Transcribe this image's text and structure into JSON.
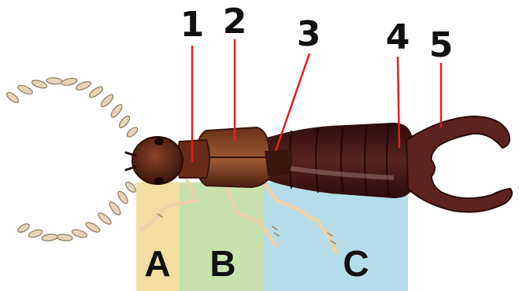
{
  "regions": [
    {
      "label": "A",
      "color": "#f1dea0"
    },
    {
      "label": "B",
      "color": "#c9e2ad"
    },
    {
      "label": "C",
      "color": "#b5dde9"
    }
  ],
  "callouts": [
    "1",
    "2",
    "3",
    "4",
    "5"
  ],
  "colors": {
    "head": "#5a2a18",
    "thorax": "#7a3e22",
    "abdomen": "#3e1512",
    "cerci": "#5d2320",
    "legs": "#ecd3aa",
    "antenna": "#e7d5bb",
    "leader": "#e0201c"
  }
}
